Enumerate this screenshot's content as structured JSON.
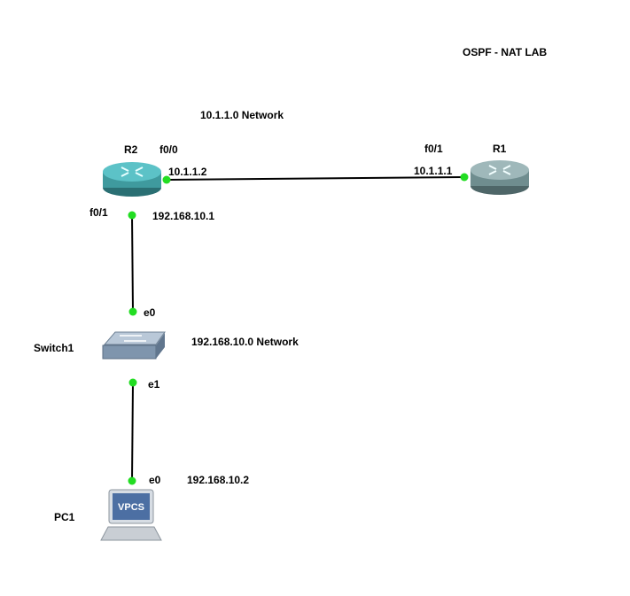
{
  "title": "OSPF - NAT LAB",
  "network_labels": {
    "net1": "10.1.1.0 Network",
    "net2": "192.168.10.0 Network"
  },
  "nodes": {
    "r2": {
      "name": "R2"
    },
    "r1": {
      "name": "R1"
    },
    "switch1": {
      "name": "Switch1"
    },
    "pc1": {
      "name": "PC1",
      "screen_text": "VPCS"
    }
  },
  "interfaces": {
    "r2_f00": {
      "port": "f0/0",
      "ip": "10.1.1.2"
    },
    "r1_f01": {
      "port": "f0/1",
      "ip": "10.1.1.1"
    },
    "r2_f01": {
      "port": "f0/1",
      "ip": "192.168.10.1"
    },
    "sw_e0": {
      "port": "e0"
    },
    "sw_e1": {
      "port": "e1"
    },
    "pc_e0": {
      "port": "e0",
      "ip": "192.168.10.2"
    }
  },
  "colors": {
    "link_up": "#22dd22",
    "r2_body": "#3f9a9e",
    "r1_body": "#6f8d8f",
    "switch_body": "#8aa0b8"
  }
}
